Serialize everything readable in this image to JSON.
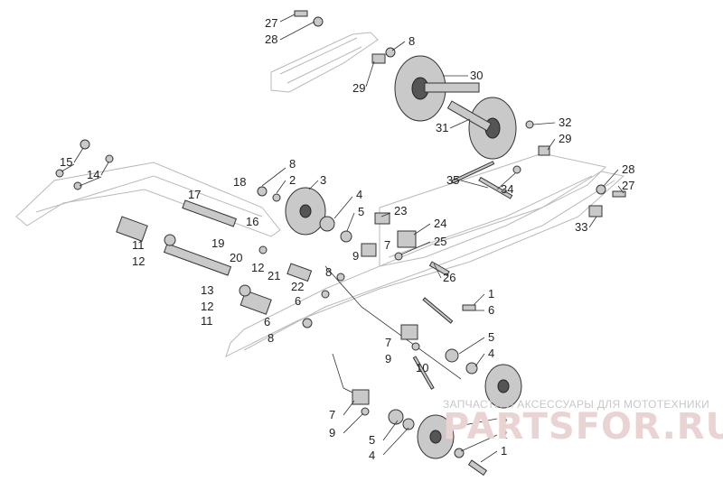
{
  "callouts": {
    "n1": "1",
    "n2": "2",
    "n3": "3",
    "n4": "4",
    "n5": "5",
    "n6": "6",
    "n7": "7",
    "n8": "8",
    "n9": "9",
    "n10": "10",
    "n11": "11",
    "n12": "12",
    "n13": "13",
    "n14": "14",
    "n15": "15",
    "n16": "16",
    "n17": "17",
    "n18": "18",
    "n19": "19",
    "n20": "20",
    "n21": "21",
    "n22": "22",
    "n23": "23",
    "n24": "24",
    "n25": "25",
    "n26": "26",
    "n27": "27",
    "n28": "28",
    "n29": "29",
    "n30": "30",
    "n31": "31",
    "n32": "32",
    "n33": "33",
    "n34": "34",
    "n35": "35"
  },
  "watermark": {
    "caption": "ЗАПЧАСТИ И АКСЕССУАРЫ ДЛЯ МОТОТЕХНИКИ",
    "brand": "PARTSFOR.RU"
  }
}
